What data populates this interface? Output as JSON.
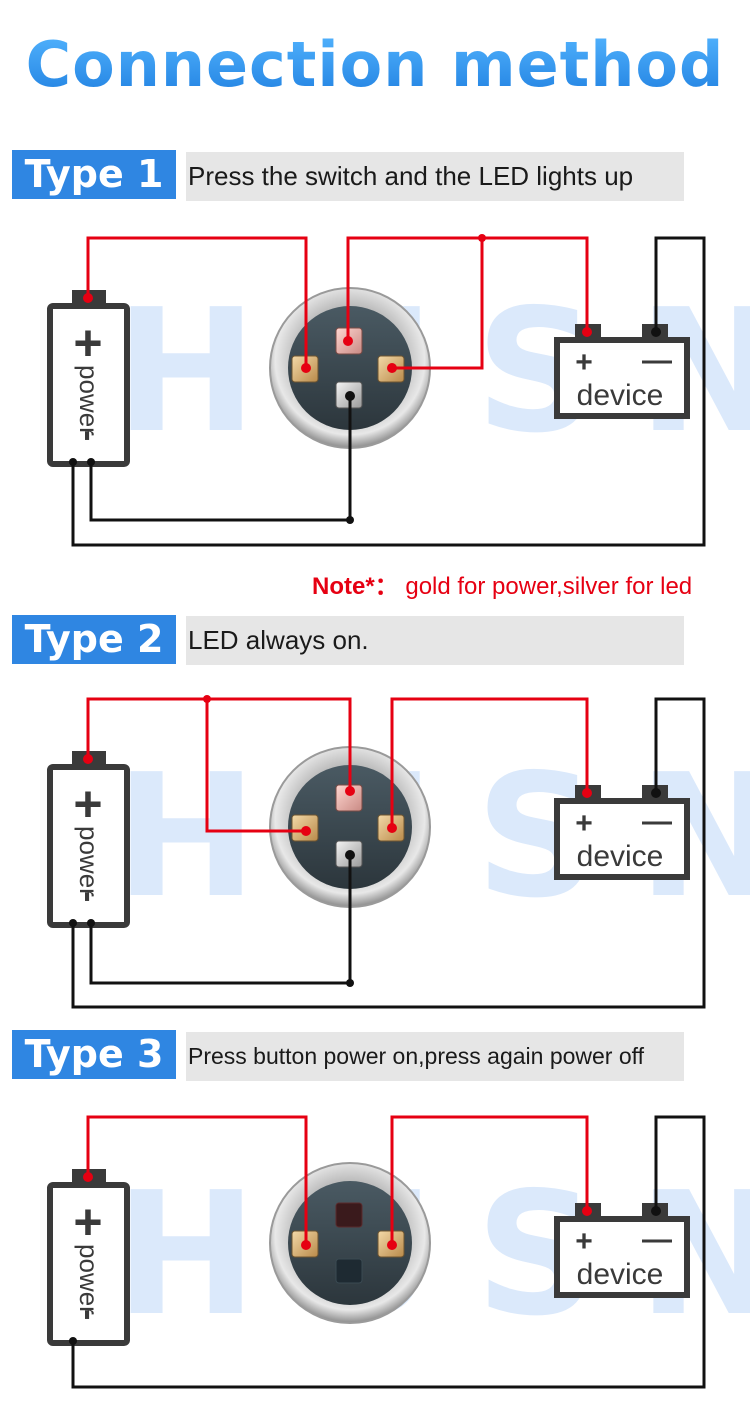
{
  "title": "Connection method",
  "watermark": "HUSN",
  "colors": {
    "label_bg": "#2f86e2",
    "desc_bg": "#e6e6e6",
    "wire_red": "#e60012",
    "wire_black": "#111111",
    "note_red": "#e60012"
  },
  "power_label": "power",
  "power_plus": "+",
  "power_minus": "-",
  "device_label": "device",
  "device_plus": "+",
  "device_minus": "—",
  "note": {
    "prefix": "Note*：",
    "text": " gold for power,silver for led"
  },
  "sections": [
    {
      "label": "Type 1",
      "description": "Press the switch and the LED lights up"
    },
    {
      "label": "Type 2",
      "description": "LED always on."
    },
    {
      "label": "Type 3",
      "description": "Press button power on,press again power off"
    }
  ]
}
